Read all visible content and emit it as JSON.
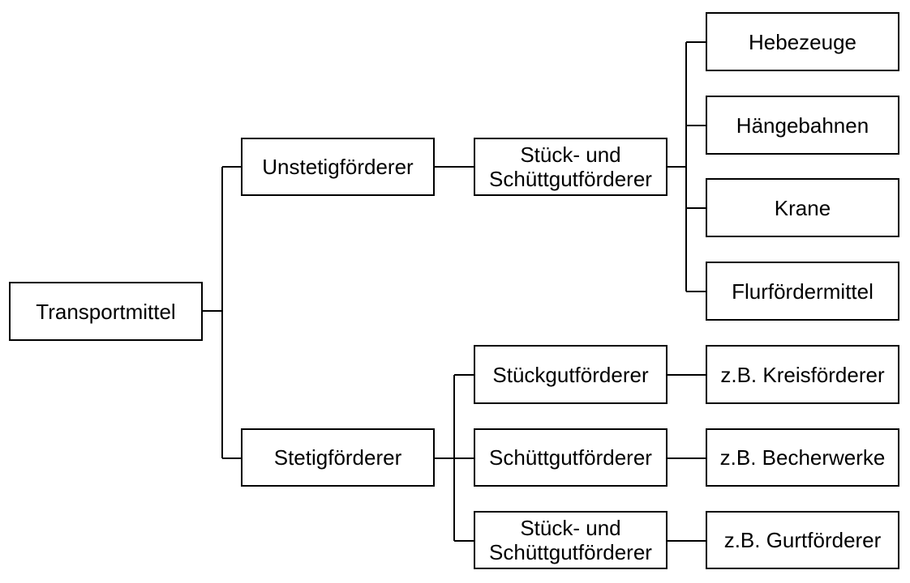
{
  "diagram": {
    "root": "Transportmittel",
    "unstetig": {
      "label": "Unstetigförderer",
      "sub": {
        "line1": "Stück- und",
        "line2": "Schüttgutförderer"
      },
      "leaves": [
        "Hebezeuge",
        "Hängebahnen",
        "Krane",
        "Flurfördermittel"
      ]
    },
    "stetig": {
      "label": "Stetigförderer",
      "sub1": {
        "label": "Stückgutförderer",
        "example": "z.B. Kreisförderer"
      },
      "sub2": {
        "label": "Schüttgutförderer",
        "example": "z.B. Becherwerke"
      },
      "sub3": {
        "line1": "Stück- und",
        "line2": "Schüttgutförderer",
        "example": "z.B. Gurtförderer"
      }
    }
  }
}
